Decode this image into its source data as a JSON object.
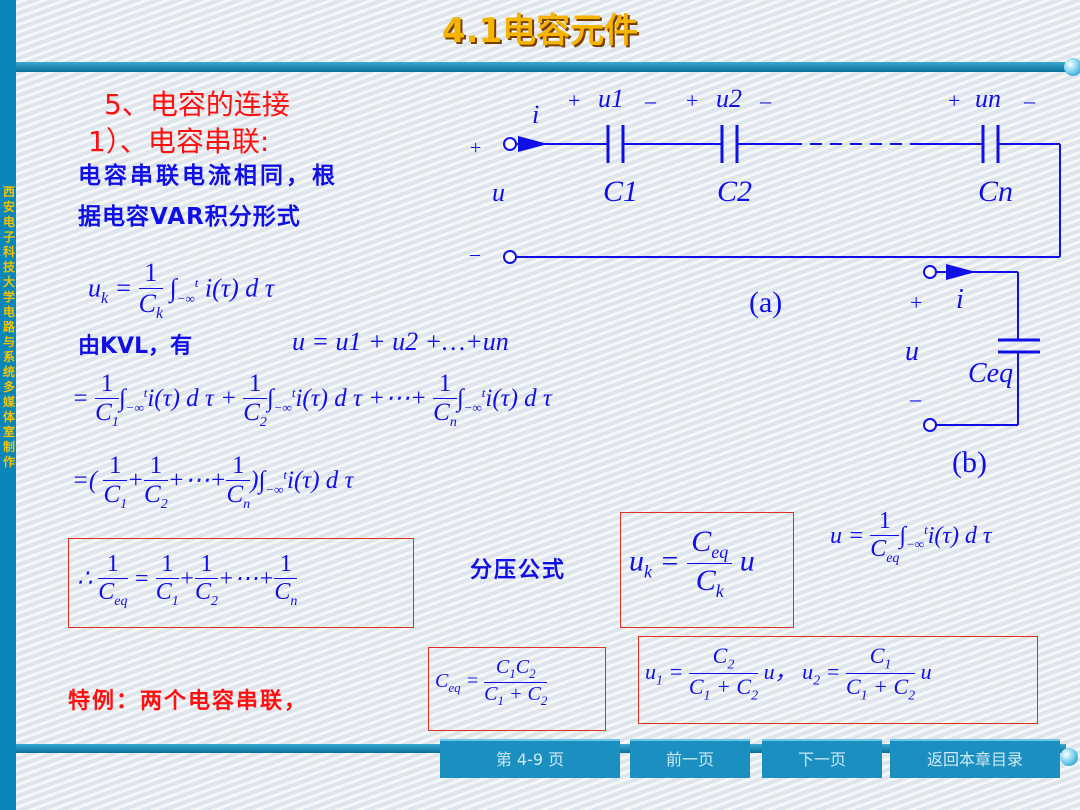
{
  "title": "4.1电容元件",
  "sidebar_text": "西安电子科技大学电路与系统多媒体室制作",
  "section_heading": "5、电容的连接",
  "subsection_heading": "1）、电容串联:",
  "intro_line1": "电容串联电流相同，根",
  "intro_line2": "据电容VAR积分形式",
  "kvl_label": "由KVL，有",
  "kvl_eq": "u = u1 + u2 +…+un",
  "divider_label": "分压公式",
  "special_case_label": "特例：两个电容串联，",
  "circuit": {
    "a_label": "(a)",
    "b_label": "(b)",
    "current_label": "i",
    "voltage_label": "u",
    "plus": "+",
    "minus": "–",
    "u1": "u1",
    "u2": "u2",
    "un": "un",
    "c1": "C1",
    "c2": "C2",
    "cn": "Cn",
    "ceq": "Ceq"
  },
  "nav": {
    "page_label": "第 4-9 页",
    "prev_label": "前一页",
    "next_label": "下一页",
    "back_label": "返回本章目录"
  }
}
